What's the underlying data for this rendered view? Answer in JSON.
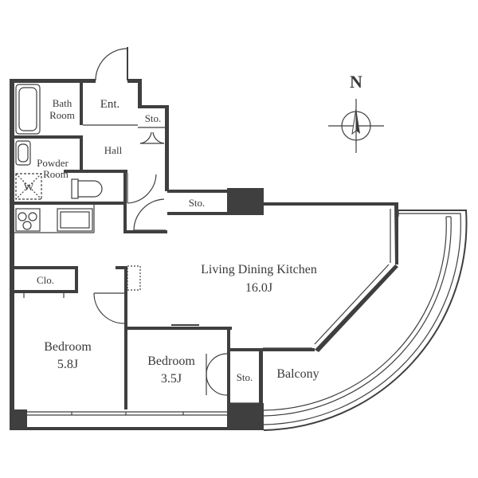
{
  "compass": {
    "label": "N"
  },
  "rooms": {
    "bath": {
      "line1": "Bath",
      "line2": "Room"
    },
    "entrance": {
      "label": "Ent."
    },
    "storage_hall": {
      "label": "Sto."
    },
    "hall": {
      "label": "Hall"
    },
    "powder": {
      "line1": "Powder",
      "line2": "Room"
    },
    "washer": {
      "label": "W"
    },
    "storage_ldk": {
      "label": "Sto."
    },
    "closet": {
      "label": "Clo."
    },
    "ldk": {
      "name": "Living Dining Kitchen",
      "size": "16.0J"
    },
    "bedroom1": {
      "name": "Bedroom",
      "size": "5.8J"
    },
    "bedroom2": {
      "name": "Bedroom",
      "size": "3.5J"
    },
    "storage_balcony": {
      "label": "Sto."
    },
    "balcony": {
      "label": "Balcony"
    }
  }
}
